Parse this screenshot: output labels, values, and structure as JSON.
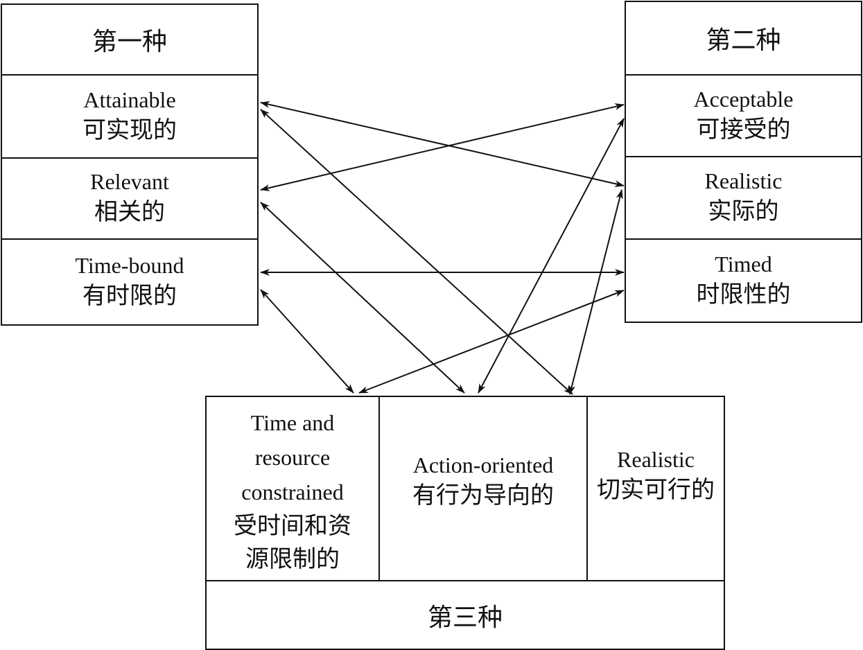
{
  "group1": {
    "title": "第一种",
    "items": [
      {
        "en": "Attainable",
        "zh": "可实现的"
      },
      {
        "en": "Relevant",
        "zh": "相关的"
      },
      {
        "en": "Time-bound",
        "zh": "有时限的"
      }
    ]
  },
  "group2": {
    "title": "第二种",
    "items": [
      {
        "en": "Acceptable",
        "zh": "可接受的"
      },
      {
        "en": "Realistic",
        "zh": "实际的"
      },
      {
        "en": "Timed",
        "zh": "时限性的"
      }
    ]
  },
  "group3": {
    "title": "第三种",
    "items": [
      {
        "en1": "Time and",
        "en2": "resource",
        "en3": "constrained",
        "zh1": "受时间和资",
        "zh2": "源限制的"
      },
      {
        "en": "Action-oriented",
        "zh": "有行为导向的"
      },
      {
        "en": "Realistic",
        "zh": "切实可行的"
      }
    ]
  }
}
